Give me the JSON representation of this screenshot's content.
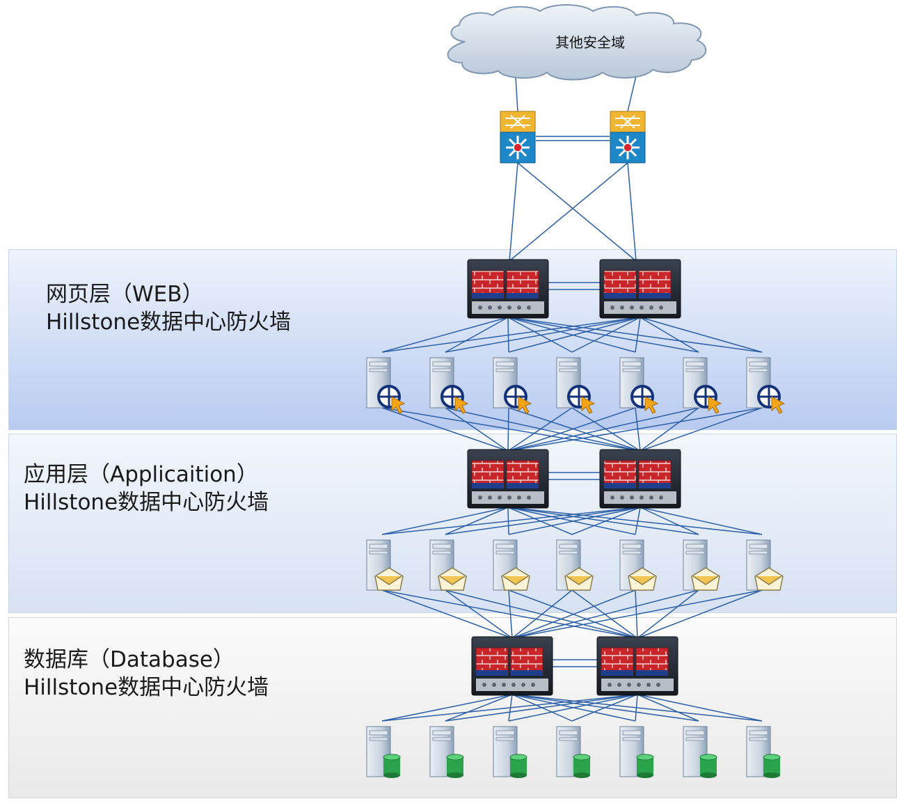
{
  "cloud": {
    "label": "其他安全域"
  },
  "tiers": [
    {
      "name": "网页层（WEB）",
      "subtitle": "Hillstone数据中心防火墙",
      "server_icon": "globe-cursor-icon"
    },
    {
      "name": "应用层（Applicaition）",
      "subtitle": "Hillstone数据中心防火墙",
      "server_icon": "envelope-icon"
    },
    {
      "name": "数据库（Database）",
      "subtitle": "Hillstone数据中心防火墙",
      "server_icon": "database-cylinder-icon"
    }
  ],
  "colors": {
    "link": "#2b5fa8",
    "switch_top": "#f0b531",
    "switch_bottom": "#1d87c8",
    "brick": "#c9262c",
    "db_cylinder": "#2aa34a"
  },
  "counts": {
    "core_switches": 2,
    "firewalls_per_tier": 2,
    "servers_per_tier": 7
  }
}
